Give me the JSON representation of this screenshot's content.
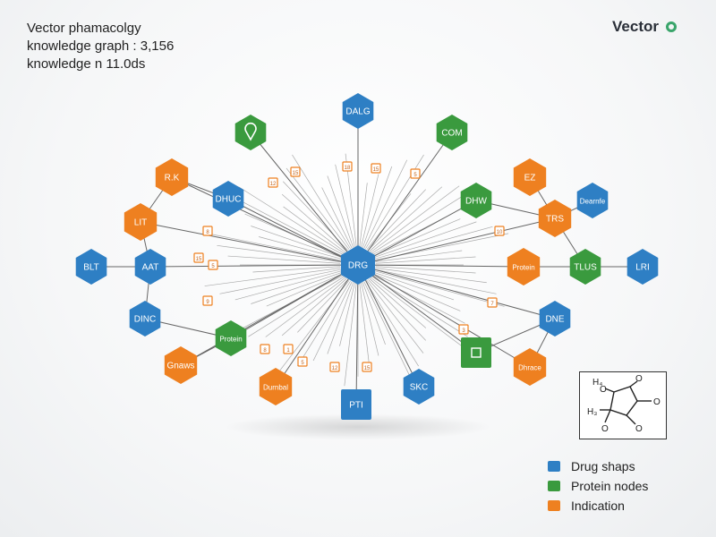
{
  "header": {
    "line1": "Vector phamacolgy",
    "line2": "knowledge graph : 3,156",
    "line3": "knowledge n 11.0ds"
  },
  "brand": {
    "name": "Vector",
    "logo_icon": "ring-icon",
    "logo_color": "#3aa56b"
  },
  "colors": {
    "drug": "#2e7fc4",
    "protein": "#3a9a3e",
    "indication": "#ee8020",
    "edge": "#666666"
  },
  "legend": [
    {
      "label": "Drug shaps",
      "kind": "drug"
    },
    {
      "label": "Protein nodes",
      "kind": "protein"
    },
    {
      "label": "Indication",
      "kind": "indication"
    }
  ],
  "center": {
    "label": "DRG"
  },
  "nodes": [
    {
      "label": "DALG",
      "kind": "drug",
      "shape": "hex"
    },
    {
      "label": "",
      "kind": "protein",
      "shape": "hex",
      "icon": "pin-icon"
    },
    {
      "label": "COM",
      "kind": "protein",
      "shape": "hex"
    },
    {
      "label": "R.K",
      "kind": "indication",
      "shape": "hex"
    },
    {
      "label": "DHUC",
      "kind": "drug",
      "shape": "hex"
    },
    {
      "label": "DHW",
      "kind": "protein",
      "shape": "hex"
    },
    {
      "label": "EZ",
      "kind": "indication",
      "shape": "hex"
    },
    {
      "label": "Dearnfe",
      "kind": "drug",
      "shape": "hex"
    },
    {
      "label": "LIT",
      "kind": "indication",
      "shape": "hex"
    },
    {
      "label": "TRS",
      "kind": "indication",
      "shape": "hex"
    },
    {
      "label": "BLT",
      "kind": "drug",
      "shape": "hex"
    },
    {
      "label": "AAT",
      "kind": "drug",
      "shape": "hex"
    },
    {
      "label": "Protein",
      "kind": "indication",
      "shape": "hex"
    },
    {
      "label": "TLUS",
      "kind": "protein",
      "shape": "hex"
    },
    {
      "label": "LRI",
      "kind": "drug",
      "shape": "hex"
    },
    {
      "label": "DINC",
      "kind": "drug",
      "shape": "hex"
    },
    {
      "label": "DNE",
      "kind": "drug",
      "shape": "hex"
    },
    {
      "label": "Protein",
      "kind": "protein",
      "shape": "hex"
    },
    {
      "label": "",
      "kind": "protein",
      "shape": "square",
      "icon": "cube-icon"
    },
    {
      "label": "Gnaws",
      "kind": "indication",
      "shape": "hex"
    },
    {
      "label": "Dhrace",
      "kind": "indication",
      "shape": "hex"
    },
    {
      "label": "Durnbal",
      "kind": "indication",
      "shape": "hex"
    },
    {
      "label": "SKC",
      "kind": "drug",
      "shape": "hex"
    },
    {
      "label": "PTI",
      "kind": "drug",
      "shape": "square"
    }
  ],
  "tags": [
    "12",
    "15",
    "18",
    "15",
    "5",
    "8",
    "10",
    "15",
    "5",
    "7",
    "9",
    "3",
    "8",
    "1",
    "5",
    "12",
    "15"
  ],
  "structure": {
    "labels": [
      "H₄",
      "H₃",
      "O",
      "O",
      "O",
      "O",
      "O"
    ]
  }
}
